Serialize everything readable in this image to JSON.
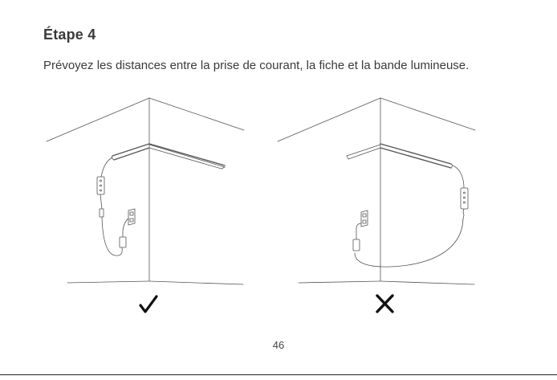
{
  "step": {
    "title": "Étape 4",
    "instruction": "Prévoyez les distances entre la prise de courant, la fiche et la bande lumineuse."
  },
  "illustrations": [
    {
      "id": "correct-setup",
      "verdict_icon": "check-mark-icon"
    },
    {
      "id": "incorrect-setup",
      "verdict_icon": "cross-mark-icon"
    }
  ],
  "footer": {
    "page_number": "46"
  },
  "colors": {
    "line": "#555555",
    "text": "#3a3a3a"
  }
}
